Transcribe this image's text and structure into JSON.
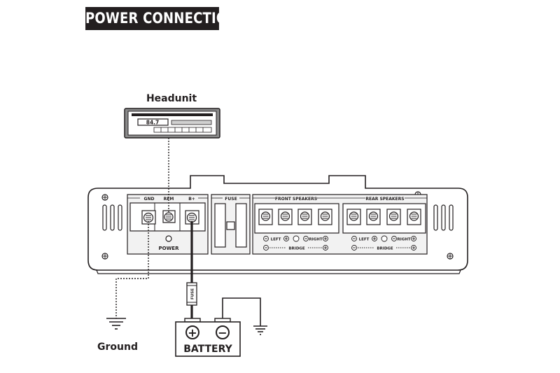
{
  "title": "POWER CONNECTIONS",
  "headunit": {
    "label": "Headunit",
    "display": "84.7"
  },
  "amplifier": {
    "power_terminals": {
      "gnd": "GND",
      "rem": "REM",
      "bplus": "B+",
      "section_label": "POWER"
    },
    "fuse_label": "FUSE",
    "front_speakers": {
      "label": "FRONT SPEAKERS",
      "left": "LEFT",
      "right": "RIGHT",
      "bridge": "BRIDGE"
    },
    "rear_speakers": {
      "label": "REAR SPEAKERS",
      "left": "LEFT",
      "right": "RIGHT",
      "bridge": "BRIDGE"
    }
  },
  "inline_fuse_label": "FUSE",
  "battery": {
    "label": "BATTERY",
    "positive": "+",
    "negative": "−"
  },
  "ground_label": "Ground",
  "colors": {
    "ink": "#231f20",
    "panel": "#f2f2f2",
    "banner": "#231f20"
  }
}
